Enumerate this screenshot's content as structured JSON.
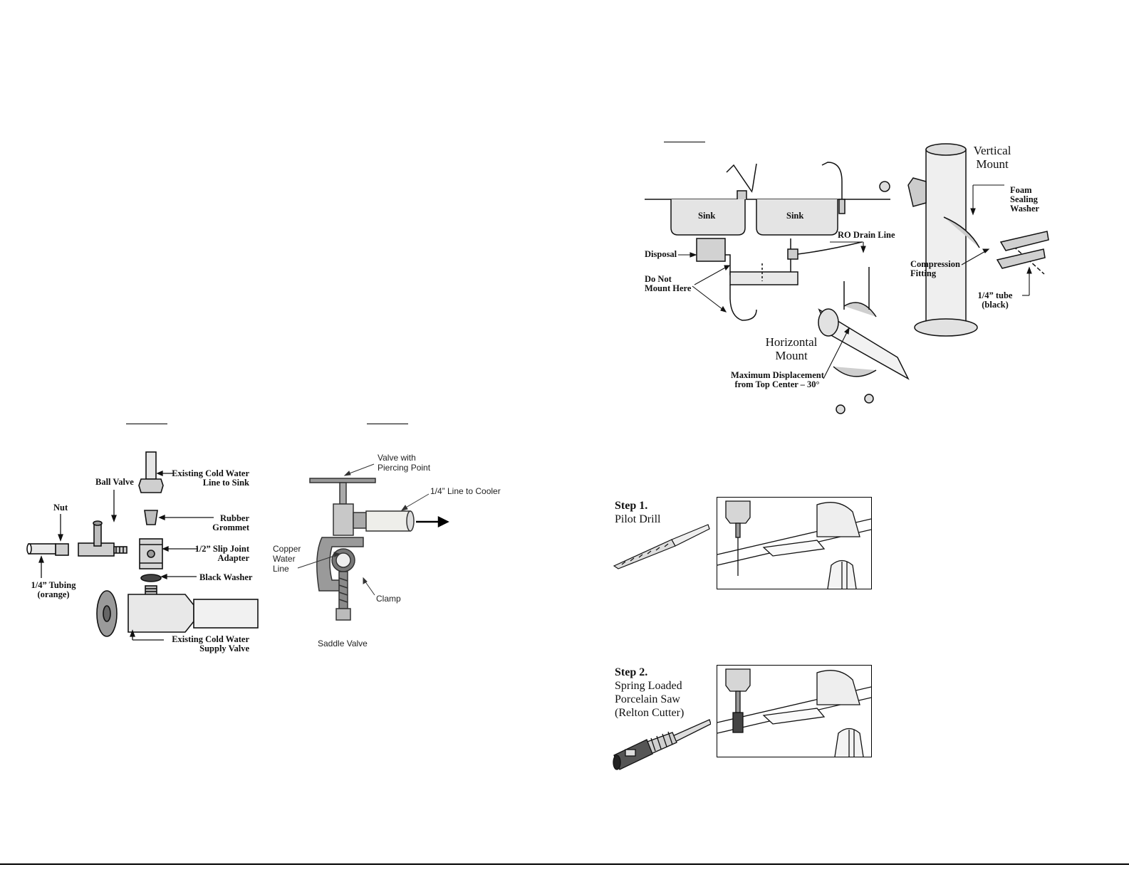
{
  "ball_valve_diagram": {
    "labels": {
      "existing_cold_water_line": "Existing Cold Water\nLine to Sink",
      "ball_valve": "Ball Valve",
      "nut": "Nut",
      "rubber_grommet": "Rubber\nGrommet",
      "slip_joint_adapter": "1/2” Slip Joint\nAdapter",
      "black_washer": "Black Washer",
      "tubing": "1/4” Tubing\n(orange)",
      "supply_valve": "Existing Cold Water\nSupply Valve"
    }
  },
  "saddle_valve_diagram": {
    "labels": {
      "valve_piercing": "Valve with\nPiercing Point",
      "line_to_cooler": "1/4” Line to Cooler",
      "copper_water_line": "Copper\nWater\nLine",
      "clamp": "Clamp",
      "saddle_valve": "Saddle Valve"
    }
  },
  "drain_diagram": {
    "labels": {
      "sink_left": "Sink",
      "sink_right": "Sink",
      "ro_drain_line": "RO Drain Line",
      "disposal": "Disposal",
      "do_not_mount": "Do Not\nMount Here",
      "horizontal_mount": "Horizontal\nMount",
      "max_displacement": "Maximum Displacement\nfrom Top Center – 30°",
      "vertical_mount": "Vertical\nMount",
      "foam_washer": "Foam\nSealing\nWasher",
      "compression_fitting": "Compression\nFitting",
      "tube_black": "1/4” tube\n(black)"
    }
  },
  "steps": [
    {
      "title": "Step 1.",
      "desc": "Pilot Drill"
    },
    {
      "title": "Step 2.",
      "desc": "Spring Loaded\nPorcelain Saw\n(Relton Cutter)"
    }
  ]
}
